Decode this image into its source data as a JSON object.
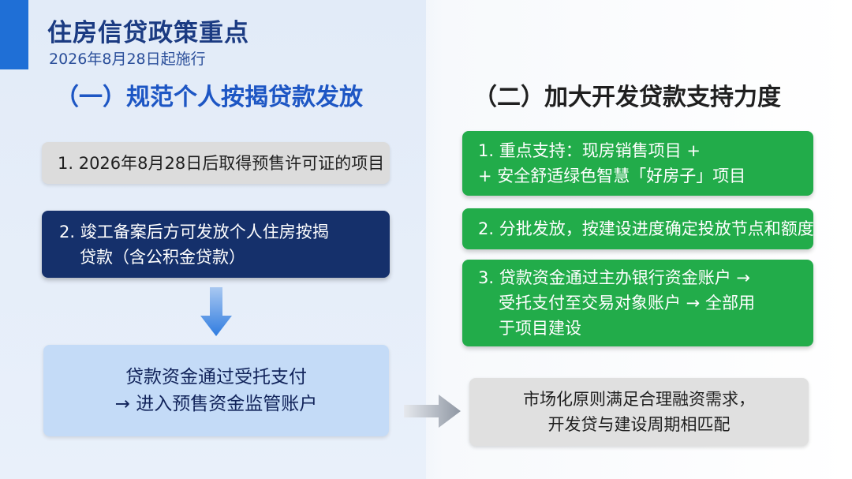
{
  "header": {
    "title": "住房信贷政策重点",
    "subtitle": "2026年8月28日起施行"
  },
  "left": {
    "heading": "（一）规范个人按揭贷款发放",
    "box1": "1. 2026年8月28日后取得预售许可证的项目",
    "box2_line1": "2. 竣工备案后方可发放个人住房按揭",
    "box2_line2": "贷款（含公积金贷款）",
    "result_line1": "贷款资金通过受托支付",
    "result_line2": "→ 进入预售资金监管账户"
  },
  "right": {
    "heading": "（二）加大开发贷款支持力度",
    "item1_line1": "1. 重点支持：现房销售项目 +",
    "item1_line2": "+ 安全舒适绿色智慧「好房子」项目",
    "item2": "2. 分批发放，按建设进度确定投放节点和额度",
    "item3_line1": "3. 贷款资金通过主办银行资金账户 →",
    "item3_line2": "受托支付至交易对象账户 → 全部用",
    "item3_line3": "于项目建设",
    "result_line1": "市场化原则满足合理融资需求，",
    "result_line2": "开发贷与建设周期相匹配"
  },
  "colors": {
    "accent": "#1f6fd6",
    "navy": "#15306b",
    "green": "#22ac4a",
    "light_blue": "#c4dbf7",
    "gray": "#dcdcdc"
  }
}
